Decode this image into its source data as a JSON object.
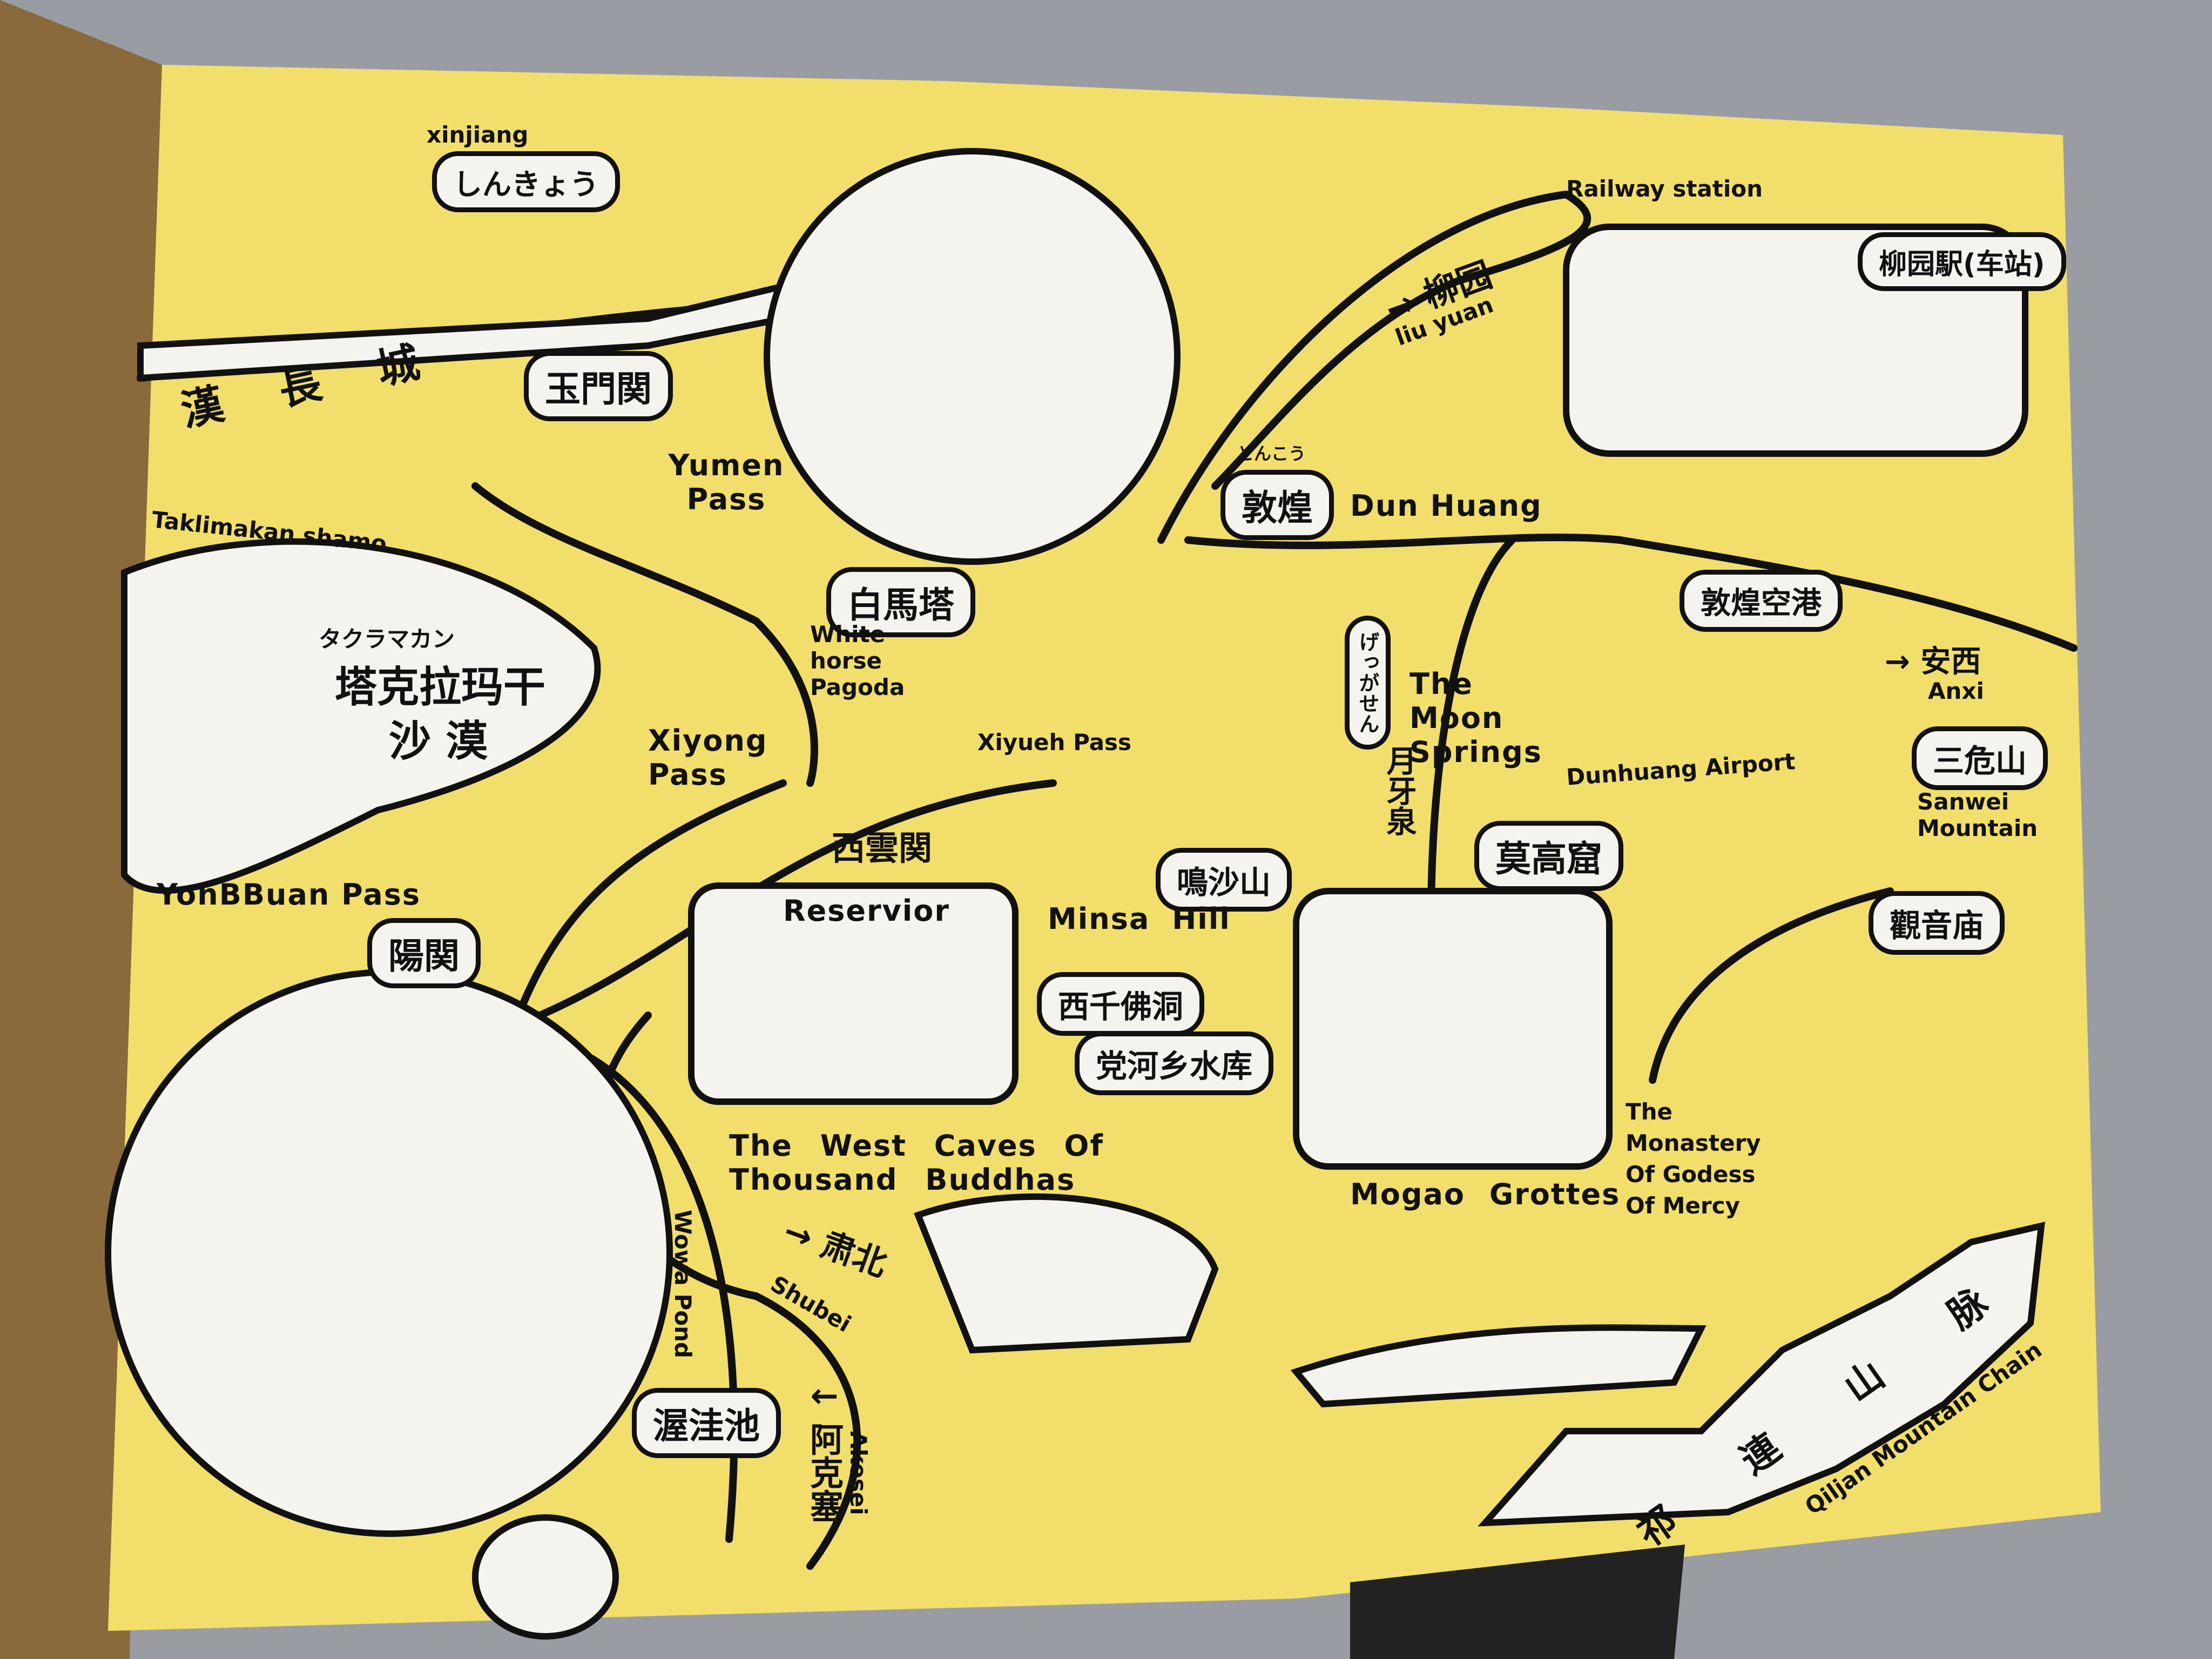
{
  "map": {
    "colors": {
      "paper": "#f2de6a",
      "ink": "#111111",
      "highlight": "#f4f3ee",
      "carpet": "#9a9ca4"
    },
    "labels": {
      "xinjiang": "xinjiang",
      "xinjiang_kana": "しんきょう",
      "great_wall": "漢 長 城",
      "yumen_cn": "玉門関",
      "yumen_en": "Yumen Pass",
      "taklimakan_en": "Taklimakan shamo",
      "taklimakan_kana": "タクラマカン",
      "taklimakan_cn": "塔克拉玛干",
      "desert_cn": "沙 漠",
      "xiyong": "Xiyong Pass",
      "yonbbuan": "YonBBuan Pass",
      "yangguan_cn": "陽関",
      "baima_cn": "白馬塔",
      "baima_en": "White-horse Pagoda",
      "xiyueh": "Xiyueh Pass",
      "xiyun_cn": "西雲関",
      "reservoir": "Reservior",
      "west_caves_cn": "西千佛洞",
      "danghe_cn": "党河乡水库",
      "west_caves_en": "The West Caves Of Thousand Buddhas",
      "mingsha_cn": "鳴沙山",
      "mingsha_en": "Minsa Hill",
      "dunhuang_kana": "とんこう",
      "dunhuang_cn": "敦煌",
      "dunhuang_en": "Dun Huang",
      "liuyuan_cn": "→ 柳园",
      "liuyuan_en": "liu yuan",
      "railway": "Railway station",
      "liuyuan_station": "柳园駅(车站)",
      "airport_cn": "敦煌空港",
      "airport_en": "Dunhuang Airport",
      "moon_kana": "げっがせん",
      "moon_cn": "月牙泉",
      "moon_en": "The Moon Springs",
      "anxi_cn": "→ 安西",
      "anxi_en": "Anxi",
      "sanwei_cn": "三危山",
      "sanwei_en": "Sanwei Mountain",
      "mogao_cn": "莫高窟",
      "mogao_en": "Mogao Grottes",
      "guanyin_cn": "觀音庙",
      "monastery_en": "The Monastery Of Godess Of Mercy",
      "wowo_en": "Wowa Pond",
      "wowo_cn": "渥洼池",
      "shubei_cn": "→ 肃北",
      "shubei_en": "Shubei",
      "akesai_cn": "↓ 阿克塞",
      "akesai_en": "Akesei",
      "qilian_cn": "祁 連 山 脉",
      "qilian_en": "Qiljan Mountain Chain"
    }
  }
}
